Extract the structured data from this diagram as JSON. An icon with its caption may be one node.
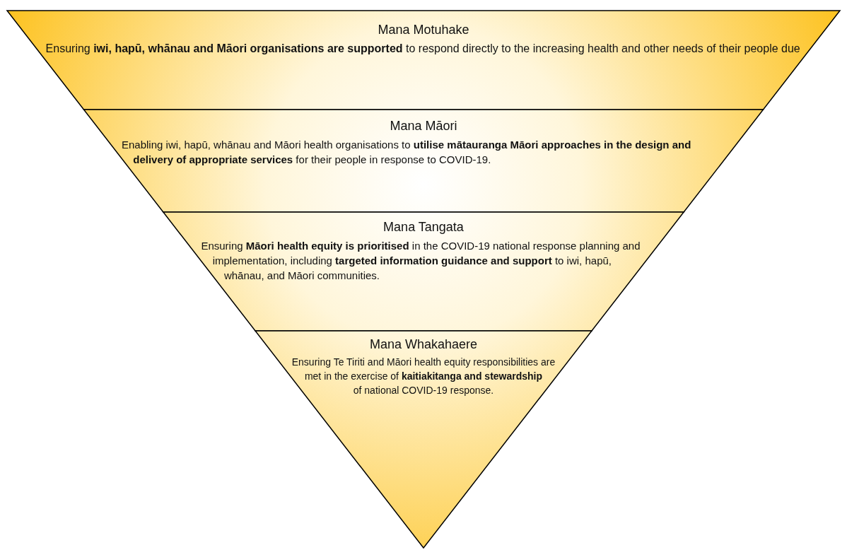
{
  "diagram": {
    "nodes": [
      {
        "text": [
          "Mana Motuhake",
          "Ensuring **iwi, hapū, whānau and Māori organisations are supported** to respond directly to the increasing health and other needs of their people due"
        ]
      },
      {
        "text": [
          "Mana Māori",
          "Enabling iwi, hapū, whānau and Māori health organisations to **utilise mātauranga Māori approaches in the design and delivery of appropriate services** for their people in response to COVID-19."
        ]
      },
      {
        "text": [
          "Mana Tangata",
          "Ensuring **Māori health equity is prioritised** in the COVID-19 national response planning and implementation, including **targeted information guidance and support** to iwi, hapū, whānau, and Māori communities."
        ]
      },
      {
        "text": [
          "Mana Whakahaere",
          "Ensuring Te Tiriti and Māori health equity responsibilities are met in the exercise of **kaitiakitanga and stewardship** of national COVID-19 response."
        ]
      }
    ]
  }
}
